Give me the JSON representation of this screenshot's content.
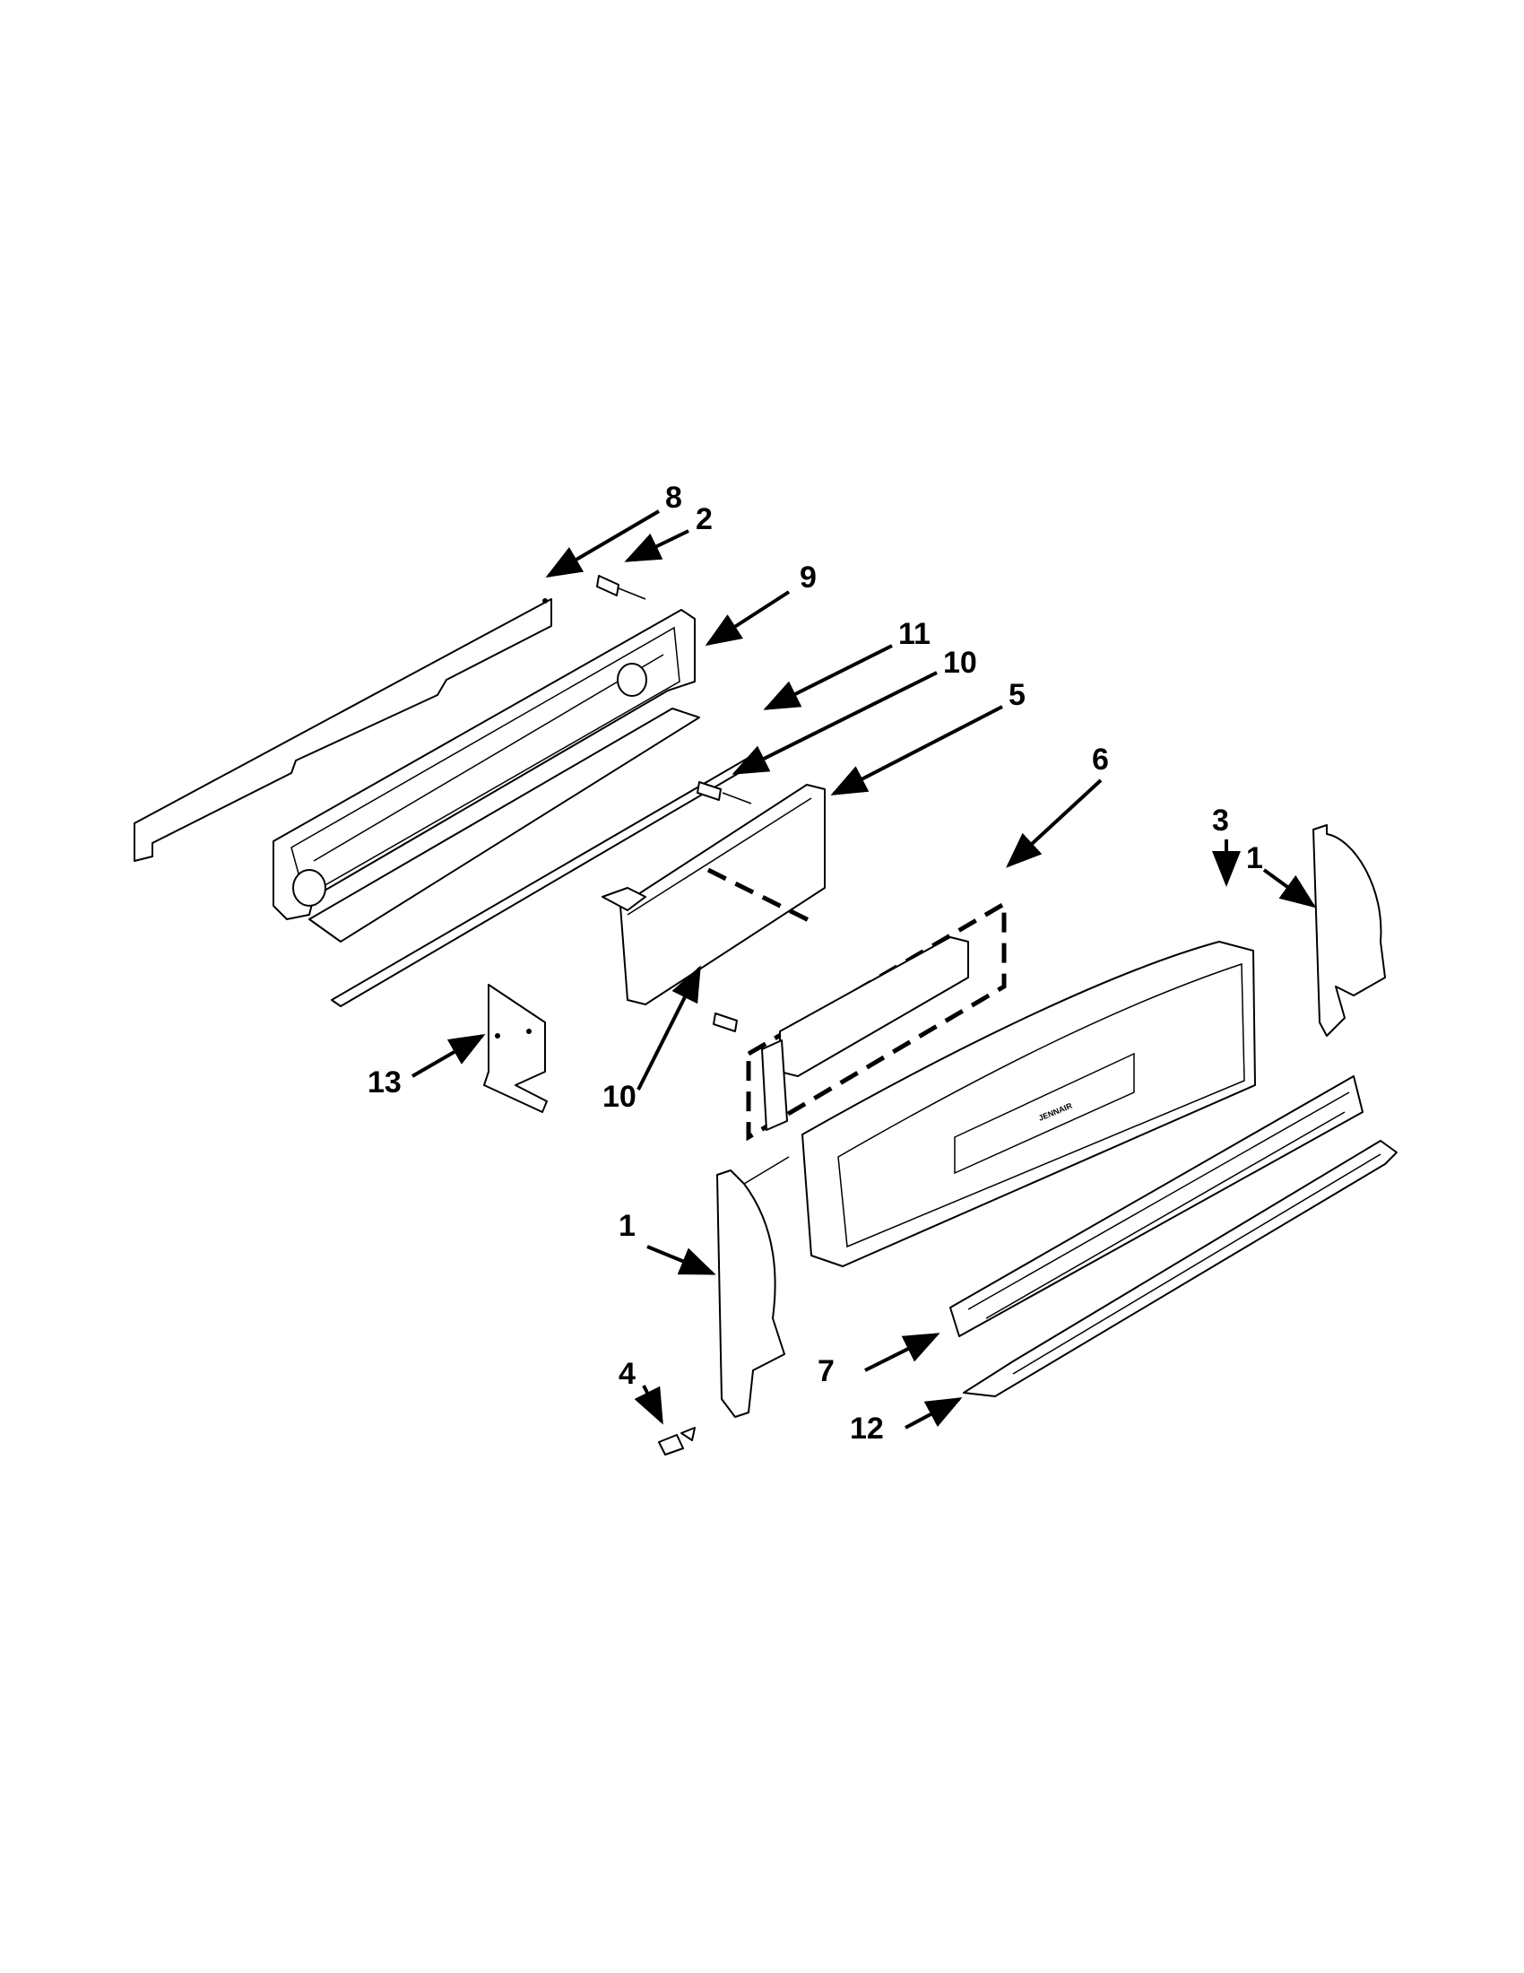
{
  "diagram": {
    "callouts": [
      {
        "id": "c8",
        "label": "8"
      },
      {
        "id": "c2",
        "label": "2"
      },
      {
        "id": "c9",
        "label": "9"
      },
      {
        "id": "c11",
        "label": "11"
      },
      {
        "id": "c10a",
        "label": "10"
      },
      {
        "id": "c5",
        "label": "5"
      },
      {
        "id": "c6",
        "label": "6"
      },
      {
        "id": "c3",
        "label": "3"
      },
      {
        "id": "c1a",
        "label": "1"
      },
      {
        "id": "c13",
        "label": "13"
      },
      {
        "id": "c10b",
        "label": "10"
      },
      {
        "id": "c1b",
        "label": "1"
      },
      {
        "id": "c4",
        "label": "4"
      },
      {
        "id": "c7",
        "label": "7"
      },
      {
        "id": "c12",
        "label": "12"
      }
    ],
    "brand_text": "JENNAIR"
  }
}
